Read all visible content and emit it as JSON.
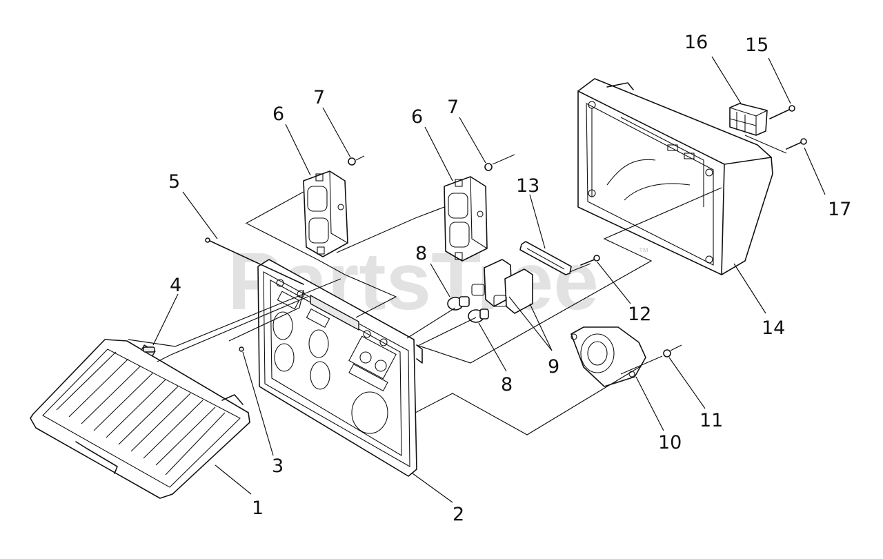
{
  "watermark": {
    "text": "PartsTree",
    "trademark": "™"
  },
  "callouts": [
    {
      "id": "c1",
      "label": "1"
    },
    {
      "id": "c2",
      "label": "2"
    },
    {
      "id": "c3",
      "label": "3"
    },
    {
      "id": "c4",
      "label": "4"
    },
    {
      "id": "c5",
      "label": "5"
    },
    {
      "id": "c6a",
      "label": "6"
    },
    {
      "id": "c6b",
      "label": "6"
    },
    {
      "id": "c7a",
      "label": "7"
    },
    {
      "id": "c7b",
      "label": "7"
    },
    {
      "id": "c8a",
      "label": "8"
    },
    {
      "id": "c8b",
      "label": "8"
    },
    {
      "id": "c9",
      "label": "9"
    },
    {
      "id": "c10",
      "label": "10"
    },
    {
      "id": "c11",
      "label": "11"
    },
    {
      "id": "c12",
      "label": "12"
    },
    {
      "id": "c13",
      "label": "13"
    },
    {
      "id": "c14",
      "label": "14"
    },
    {
      "id": "c15",
      "label": "15"
    },
    {
      "id": "c16",
      "label": "16"
    },
    {
      "id": "c17",
      "label": "17"
    }
  ]
}
